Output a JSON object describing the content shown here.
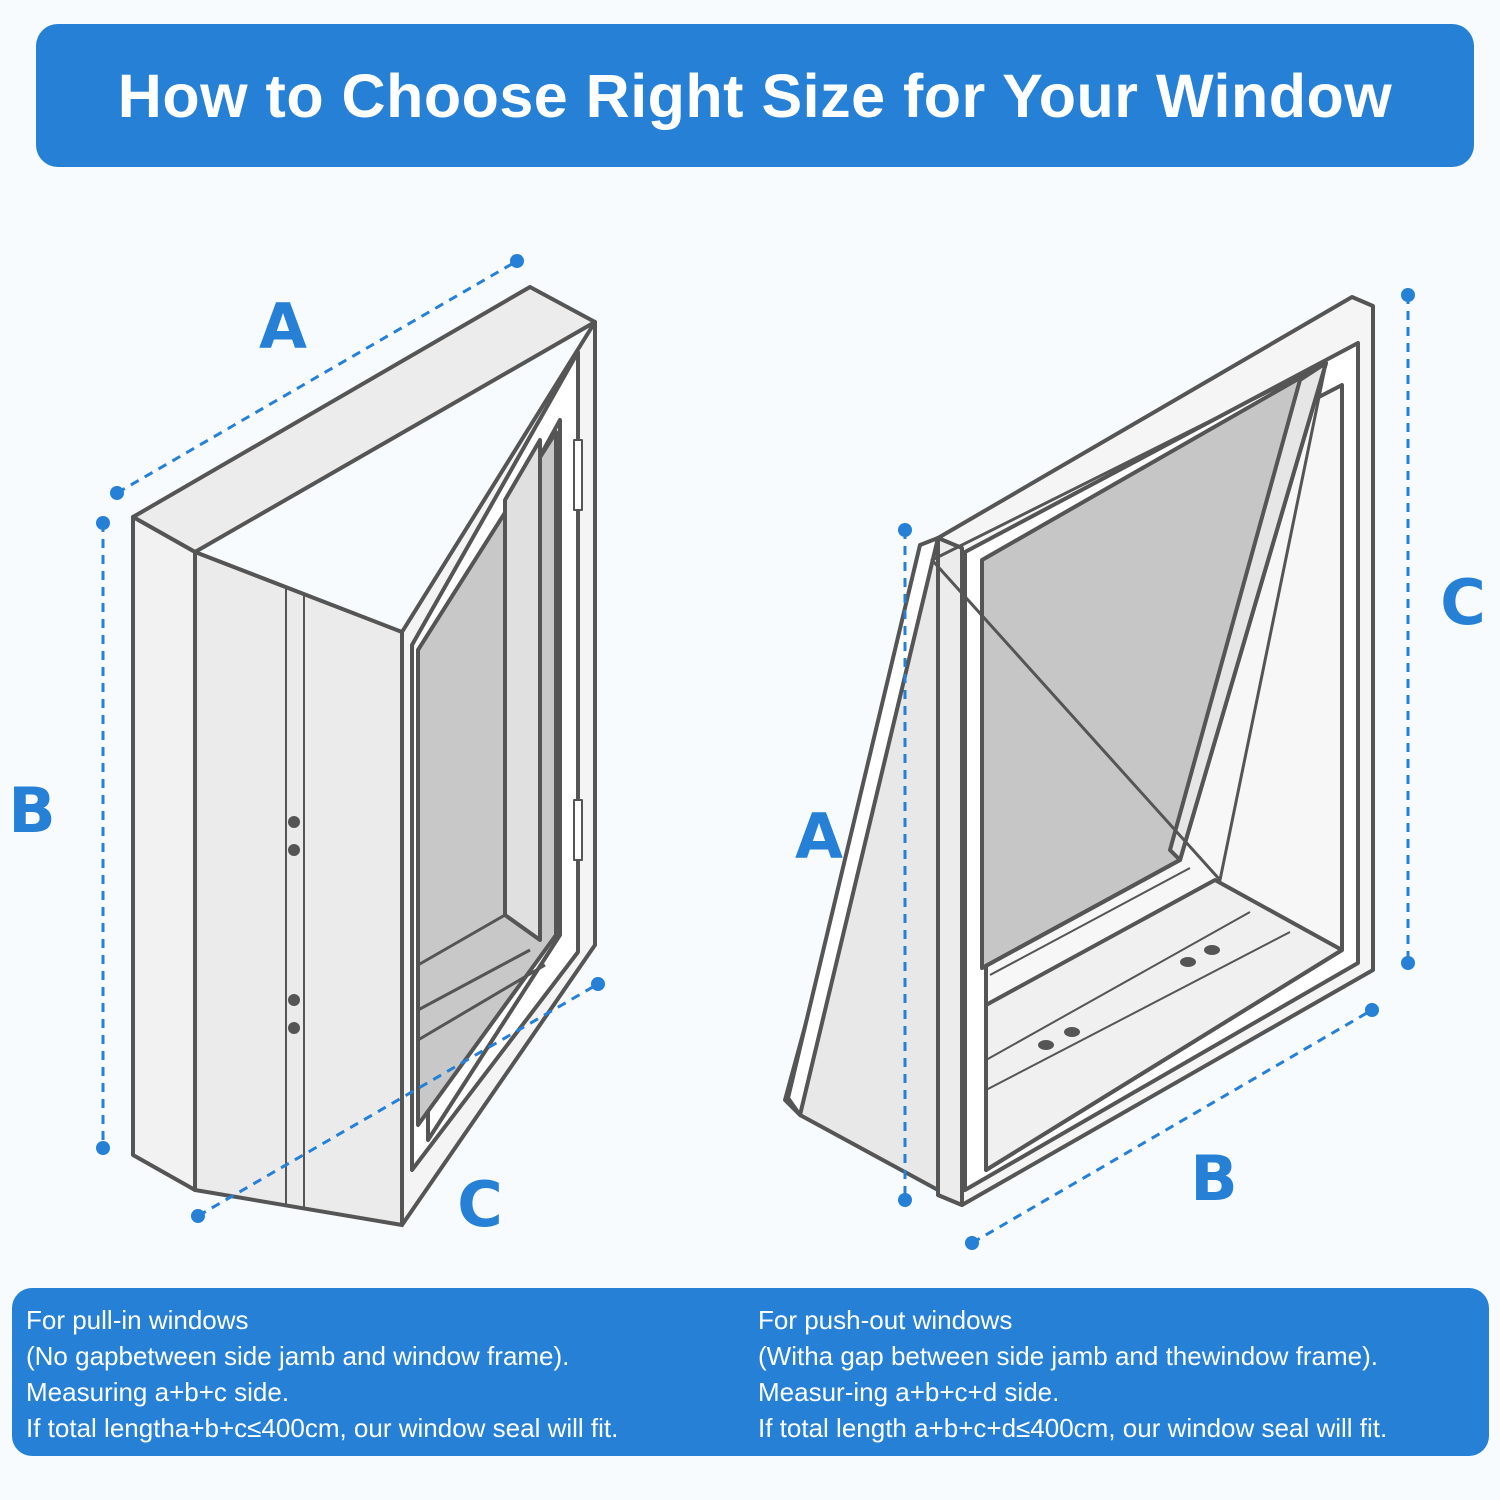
{
  "header": {
    "title": "How to Choose Right Size for Your Window"
  },
  "colors": {
    "accent": "#2580d6",
    "background": "#f7fbfd",
    "frame_outline": "#555555",
    "glass": "#c6c6c6"
  },
  "left_window": {
    "labels": {
      "a": "A",
      "b": "B",
      "c": "C"
    }
  },
  "right_window": {
    "labels": {
      "a": "A",
      "b": "B",
      "c": "C"
    }
  },
  "info": {
    "pull_in": {
      "heading": "For pull-in windows",
      "line1": "(No gapbetween side jamb and window frame).",
      "line2": "Measuring a+b+c side.",
      "line3": "If total lengtha+b+c≤400cm, our window seal will fit."
    },
    "push_out": {
      "heading": "For push-out windows",
      "line1": "(Witha gap between side jamb and thewindow frame).",
      "line2": "Measur-ing a+b+c+d side.",
      "line3": "If total length a+b+c+d≤400cm, our window seal will fit."
    }
  }
}
